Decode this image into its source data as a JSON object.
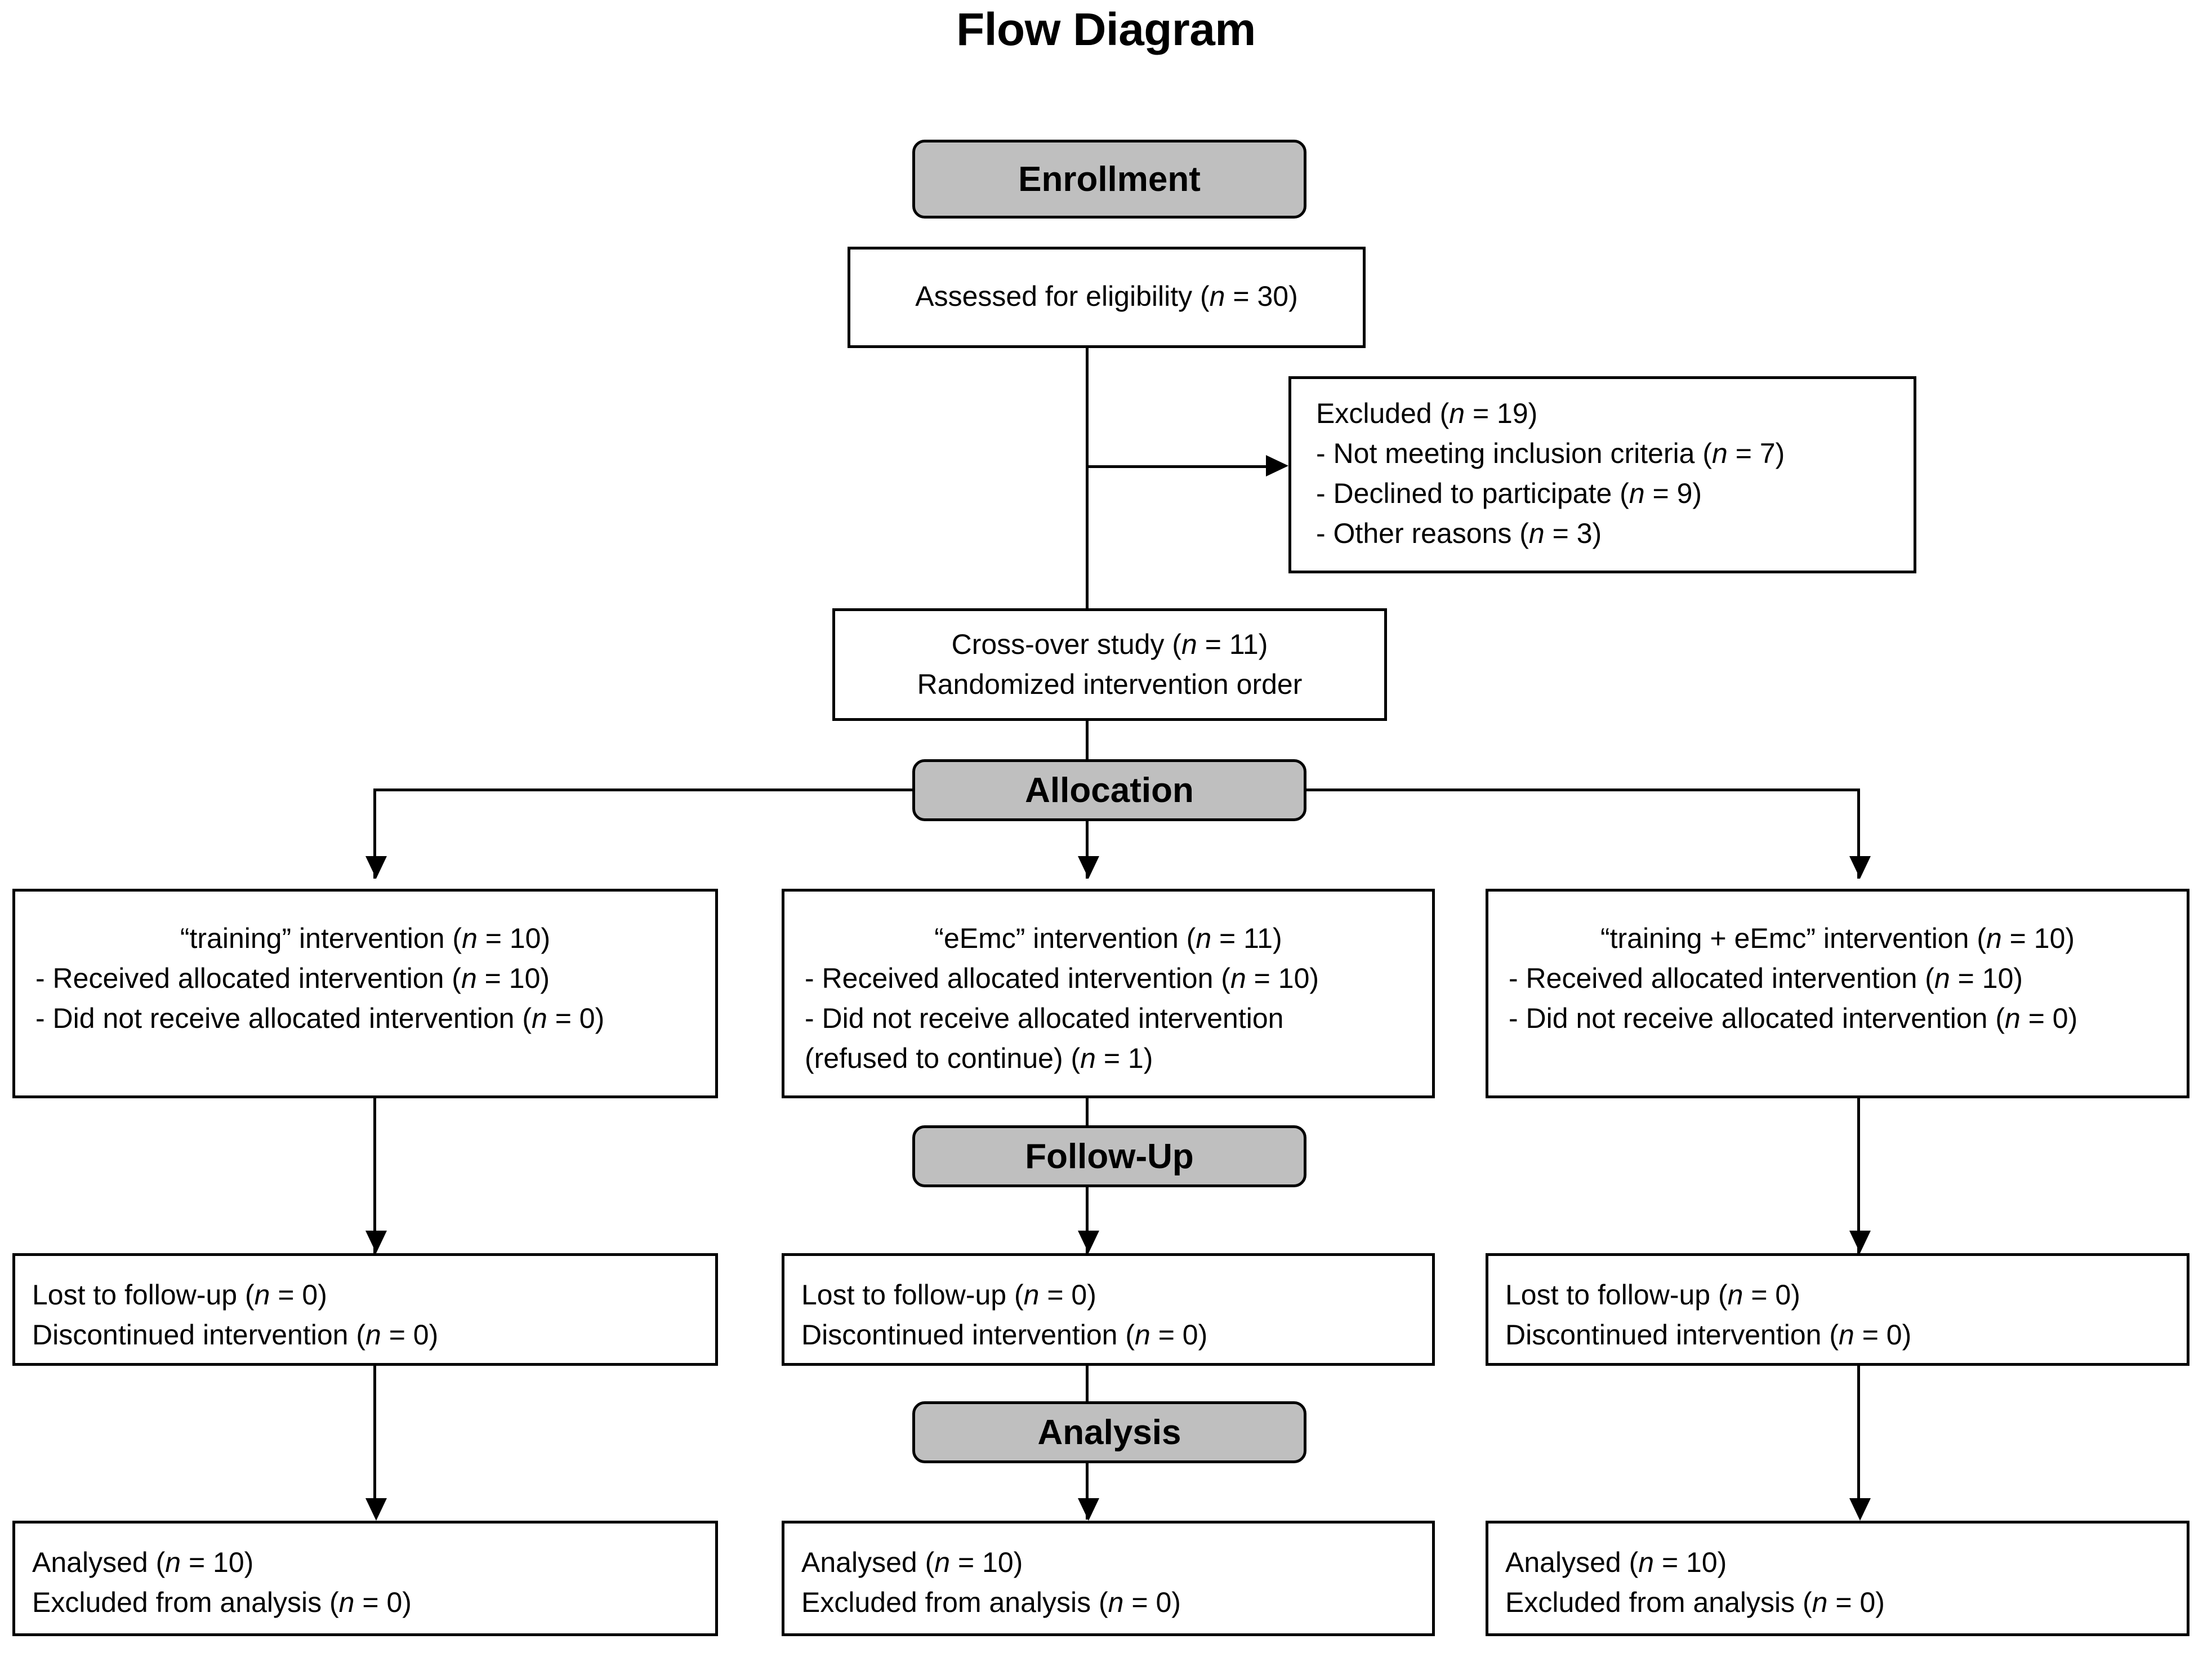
{
  "diagram": {
    "title": "Flow Diagram",
    "type": "CONSORT flow diagram",
    "stages": {
      "enrollment": "Enrollment",
      "allocation": "Allocation",
      "followup": "Follow-Up",
      "analysis": "Analysis"
    },
    "enrollment": {
      "assessed": {
        "line1": "Assessed for eligibility (n = 30)"
      },
      "excluded": {
        "line1": "Excluded  (n = 19)",
        "line2": "- Not meeting inclusion criteria (n = 7)",
        "line3": "- Declined to participate (n = 9)",
        "line4": "- Other reasons (n = 3)"
      },
      "crossover": {
        "line1": "Cross-over study (n = 11)",
        "line2": "Randomized  intervention order"
      }
    },
    "arms": [
      {
        "key": "training",
        "allocation": {
          "line1": "“training” intervention (n = 10)",
          "line2": "- Received allocated intervention (n = 10)",
          "line3": "- Did not receive allocated intervention (n = 0)",
          "line4": ""
        },
        "followup": {
          "line1": "Lost to follow-up (n = 0)",
          "line2": "Discontinued intervention (n = 0)"
        },
        "analysis": {
          "line1": "Analysed  (n = 10)",
          "line2": "Excluded from analysis (n = 0)"
        }
      },
      {
        "key": "eEmc",
        "allocation": {
          "line1": "“eEmc” intervention (n = 11)",
          "line2": "- Received allocated intervention (n = 10)",
          "line3": "- Did not receive allocated intervention",
          "line4": "(refused to continue) (n = 1)"
        },
        "followup": {
          "line1": "Lost to follow-up (n = 0)",
          "line2": "Discontinued intervention (n = 0)"
        },
        "analysis": {
          "line1": "Analysed  (n = 10)",
          "line2": "Excluded from analysis (n = 0)"
        }
      },
      {
        "key": "training-plus-eEmc",
        "allocation": {
          "line1": "“training + eEmc” intervention (n = 10)",
          "line2": "- Received allocated intervention (n = 10)",
          "line3": "- Did not receive allocated intervention (n = 0)",
          "line4": ""
        },
        "followup": {
          "line1": "Lost to follow-up (n = 0)",
          "line2": "Discontinued intervention (n = 0)"
        },
        "analysis": {
          "line1": "Analysed  (n = 10)",
          "line2": "Excluded from analysis (n = 0)"
        }
      }
    ],
    "counts": {
      "assessed_n": 30,
      "excluded_n": 19,
      "excluded_not_meeting_criteria_n": 7,
      "excluded_declined_n": 9,
      "excluded_other_n": 3,
      "randomized_n": 11
    },
    "colors": {
      "stage_fill": "#bfbfbf",
      "node_fill": "#ffffff",
      "stroke": "#000000",
      "text": "#000000"
    }
  }
}
